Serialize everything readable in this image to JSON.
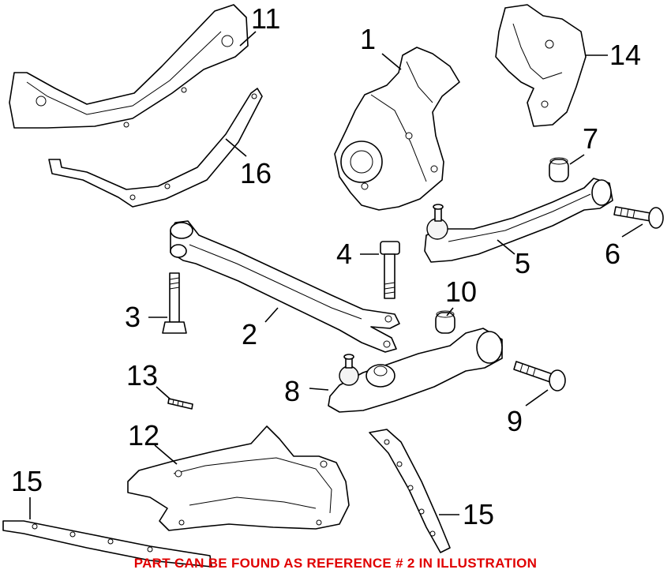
{
  "diagram": {
    "callouts": [
      {
        "id": "c1",
        "label": "1"
      },
      {
        "id": "c2",
        "label": "2"
      },
      {
        "id": "c3",
        "label": "3"
      },
      {
        "id": "c4",
        "label": "4"
      },
      {
        "id": "c5",
        "label": "5"
      },
      {
        "id": "c6",
        "label": "6"
      },
      {
        "id": "c7",
        "label": "7"
      },
      {
        "id": "c8",
        "label": "8"
      },
      {
        "id": "c9",
        "label": "9"
      },
      {
        "id": "c10",
        "label": "10"
      },
      {
        "id": "c11",
        "label": "11"
      },
      {
        "id": "c12",
        "label": "12"
      },
      {
        "id": "c13",
        "label": "13"
      },
      {
        "id": "c14",
        "label": "14"
      },
      {
        "id": "c15a",
        "label": "15"
      },
      {
        "id": "c15b",
        "label": "15"
      },
      {
        "id": "c16",
        "label": "16"
      }
    ],
    "note": "PART CAN BE FOUND AS REFERENCE # 2 IN ILLUSTRATION"
  },
  "colors": {
    "line": "#000000",
    "background": "#ffffff",
    "note": "#e00000"
  }
}
